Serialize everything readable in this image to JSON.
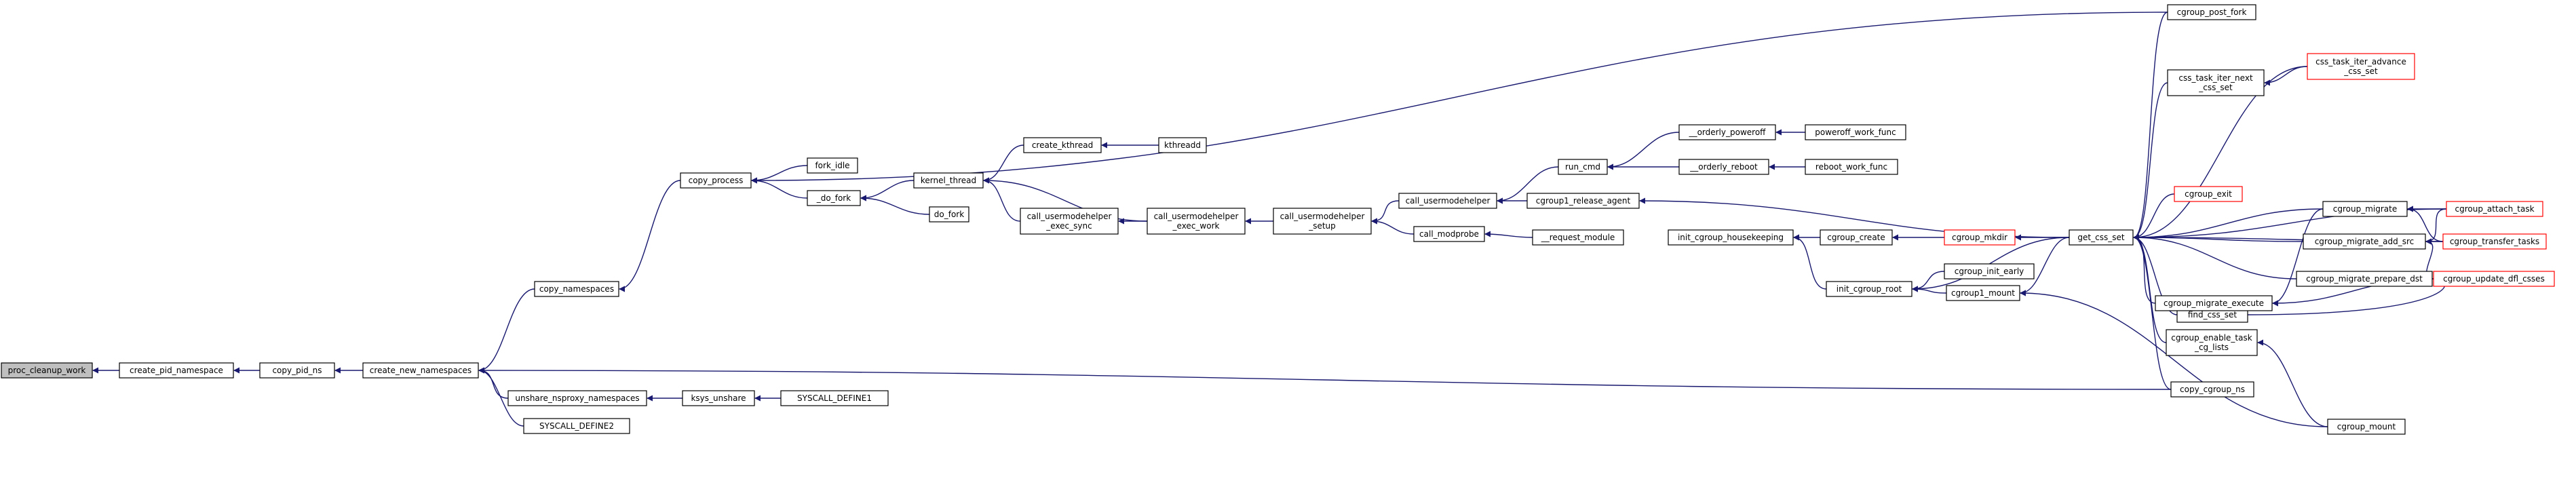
{
  "colors": {
    "edge": "#191970",
    "root_fill": "#bfbfbf",
    "node_border": "#000000",
    "truncated_border": "#ff0000"
  },
  "nodes": [
    {
      "id": "proc_cleanup_work",
      "lines": [
        "proc_cleanup_work"
      ],
      "root": true
    },
    {
      "id": "create_pid_namespace",
      "lines": [
        "create_pid_namespace"
      ]
    },
    {
      "id": "copy_pid_ns",
      "lines": [
        "copy_pid_ns"
      ]
    },
    {
      "id": "create_new_namespaces",
      "lines": [
        "create_new_namespaces"
      ]
    },
    {
      "id": "copy_namespaces",
      "lines": [
        "copy_namespaces"
      ]
    },
    {
      "id": "unshare_nsproxy_namespaces",
      "lines": [
        "unshare_nsproxy_namespaces"
      ]
    },
    {
      "id": "SYSCALL_DEFINE2",
      "lines": [
        "SYSCALL_DEFINE2"
      ]
    },
    {
      "id": "ksys_unshare",
      "lines": [
        "ksys_unshare"
      ]
    },
    {
      "id": "SYSCALL_DEFINE1",
      "lines": [
        "SYSCALL_DEFINE1"
      ]
    },
    {
      "id": "copy_process",
      "lines": [
        "copy_process"
      ]
    },
    {
      "id": "fork_idle",
      "lines": [
        "fork_idle"
      ]
    },
    {
      "id": "_do_fork",
      "lines": [
        "_do_fork"
      ]
    },
    {
      "id": "kernel_thread",
      "lines": [
        "kernel_thread"
      ]
    },
    {
      "id": "do_fork",
      "lines": [
        "do_fork"
      ]
    },
    {
      "id": "create_kthread",
      "lines": [
        "create_kthread"
      ]
    },
    {
      "id": "kthreadd",
      "lines": [
        "kthreadd"
      ]
    },
    {
      "id": "call_usermodehelper_exec_sync",
      "lines": [
        "call_usermodehelper",
        "_exec_sync"
      ]
    },
    {
      "id": "call_usermodehelper_exec_work",
      "lines": [
        "call_usermodehelper",
        "_exec_work"
      ]
    },
    {
      "id": "call_usermodehelper_setup",
      "lines": [
        "call_usermodehelper",
        "_setup"
      ]
    },
    {
      "id": "call_usermodehelper",
      "lines": [
        "call_usermodehelper"
      ]
    },
    {
      "id": "call_modprobe",
      "lines": [
        "call_modprobe"
      ]
    },
    {
      "id": "run_cmd",
      "lines": [
        "run_cmd"
      ]
    },
    {
      "id": "cgroup1_release_agent",
      "lines": [
        "cgroup1_release_agent"
      ]
    },
    {
      "id": "__request_module",
      "lines": [
        "__request_module"
      ]
    },
    {
      "id": "__orderly_poweroff",
      "lines": [
        "__orderly_poweroff"
      ]
    },
    {
      "id": "__orderly_reboot",
      "lines": [
        "__orderly_reboot"
      ]
    },
    {
      "id": "poweroff_work_func",
      "lines": [
        "poweroff_work_func"
      ]
    },
    {
      "id": "reboot_work_func",
      "lines": [
        "reboot_work_func"
      ]
    },
    {
      "id": "init_cgroup_housekeeping",
      "lines": [
        "init_cgroup_housekeeping"
      ]
    },
    {
      "id": "cgroup_create",
      "lines": [
        "cgroup_create"
      ]
    },
    {
      "id": "cgroup_mkdir",
      "lines": [
        "cgroup_mkdir"
      ],
      "truncated": true
    },
    {
      "id": "init_cgroup_root",
      "lines": [
        "init_cgroup_root"
      ]
    },
    {
      "id": "cgroup_init_early",
      "lines": [
        "cgroup_init_early"
      ]
    },
    {
      "id": "cgroup1_mount",
      "lines": [
        "cgroup1_mount"
      ]
    },
    {
      "id": "get_css_set",
      "lines": [
        "get_css_set"
      ]
    },
    {
      "id": "cgroup_post_fork",
      "lines": [
        "cgroup_post_fork"
      ]
    },
    {
      "id": "css_task_iter_next_css_set",
      "lines": [
        "css_task_iter_next",
        "_css_set"
      ]
    },
    {
      "id": "css_task_iter_advance_css_set",
      "lines": [
        "css_task_iter_advance",
        "_css_set"
      ],
      "truncated": true
    },
    {
      "id": "cgroup_exit",
      "lines": [
        "cgroup_exit"
      ],
      "truncated": true
    },
    {
      "id": "cgroup_migrate",
      "lines": [
        "cgroup_migrate"
      ]
    },
    {
      "id": "cgroup_migrate_add_src",
      "lines": [
        "cgroup_migrate_add_src"
      ]
    },
    {
      "id": "cgroup_migrate_prepare_dst",
      "lines": [
        "cgroup_migrate_prepare_dst"
      ]
    },
    {
      "id": "find_css_set",
      "lines": [
        "find_css_set"
      ]
    },
    {
      "id": "cgroup_migrate_execute",
      "lines": [
        "cgroup_migrate_execute"
      ]
    },
    {
      "id": "cgroup_enable_task_cg_lists",
      "lines": [
        "cgroup_enable_task",
        "_cg_lists"
      ]
    },
    {
      "id": "copy_cgroup_ns",
      "lines": [
        "copy_cgroup_ns"
      ]
    },
    {
      "id": "cgroup_mount",
      "lines": [
        "cgroup_mount"
      ]
    },
    {
      "id": "cgroup_attach_task",
      "lines": [
        "cgroup_attach_task"
      ],
      "truncated": true
    },
    {
      "id": "cgroup_transfer_tasks",
      "lines": [
        "cgroup_transfer_tasks"
      ],
      "truncated": true
    },
    {
      "id": "cgroup_update_dfl_csses",
      "lines": [
        "cgroup_update_dfl_csses"
      ],
      "truncated": true
    }
  ],
  "edges": [
    {
      "from": "create_pid_namespace",
      "to": "proc_cleanup_work"
    },
    {
      "from": "copy_pid_ns",
      "to": "create_pid_namespace"
    },
    {
      "from": "create_new_namespaces",
      "to": "copy_pid_ns"
    },
    {
      "from": "copy_namespaces",
      "to": "create_new_namespaces"
    },
    {
      "from": "unshare_nsproxy_namespaces",
      "to": "create_new_namespaces"
    },
    {
      "from": "SYSCALL_DEFINE2",
      "to": "create_new_namespaces"
    },
    {
      "from": "copy_cgroup_ns",
      "to": "create_new_namespaces"
    },
    {
      "from": "ksys_unshare",
      "to": "unshare_nsproxy_namespaces"
    },
    {
      "from": "SYSCALL_DEFINE1",
      "to": "ksys_unshare"
    },
    {
      "from": "copy_process",
      "to": "copy_namespaces"
    },
    {
      "from": "fork_idle",
      "to": "copy_process"
    },
    {
      "from": "_do_fork",
      "to": "copy_process"
    },
    {
      "from": "cgroup_post_fork",
      "to": "copy_process"
    },
    {
      "from": "kernel_thread",
      "to": "_do_fork"
    },
    {
      "from": "do_fork",
      "to": "_do_fork"
    },
    {
      "from": "create_kthread",
      "to": "kernel_thread"
    },
    {
      "from": "call_usermodehelper_exec_sync",
      "to": "kernel_thread"
    },
    {
      "from": "call_usermodehelper_exec_work",
      "to": "kernel_thread"
    },
    {
      "from": "kthreadd",
      "to": "create_kthread"
    },
    {
      "from": "call_usermodehelper_exec_work",
      "to": "call_usermodehelper_exec_sync"
    },
    {
      "from": "call_usermodehelper_setup",
      "to": "call_usermodehelper_exec_work"
    },
    {
      "from": "call_usermodehelper",
      "to": "call_usermodehelper_setup"
    },
    {
      "from": "call_modprobe",
      "to": "call_usermodehelper_setup"
    },
    {
      "from": "run_cmd",
      "to": "call_usermodehelper"
    },
    {
      "from": "cgroup1_release_agent",
      "to": "call_usermodehelper"
    },
    {
      "from": "__request_module",
      "to": "call_modprobe"
    },
    {
      "from": "__orderly_poweroff",
      "to": "run_cmd"
    },
    {
      "from": "__orderly_reboot",
      "to": "run_cmd"
    },
    {
      "from": "poweroff_work_func",
      "to": "__orderly_poweroff"
    },
    {
      "from": "reboot_work_func",
      "to": "__orderly_reboot"
    },
    {
      "from": "get_css_set",
      "to": "cgroup1_release_agent"
    },
    {
      "from": "cgroup_create",
      "to": "init_cgroup_housekeeping"
    },
    {
      "from": "init_cgroup_root",
      "to": "init_cgroup_housekeeping"
    },
    {
      "from": "cgroup_mkdir",
      "to": "cgroup_create"
    },
    {
      "from": "get_css_set",
      "to": "cgroup_mkdir"
    },
    {
      "from": "cgroup_init_early",
      "to": "init_cgroup_root"
    },
    {
      "from": "cgroup1_mount",
      "to": "init_cgroup_root"
    },
    {
      "from": "get_css_set",
      "to": "init_cgroup_root"
    },
    {
      "from": "get_css_set",
      "to": "cgroup1_mount"
    },
    {
      "from": "cgroup_mount",
      "to": "cgroup1_mount"
    },
    {
      "from": "cgroup_post_fork",
      "to": "get_css_set"
    },
    {
      "from": "css_task_iter_next_css_set",
      "to": "get_css_set"
    },
    {
      "from": "css_task_iter_advance_css_set",
      "to": "get_css_set"
    },
    {
      "from": "cgroup_exit",
      "to": "get_css_set"
    },
    {
      "from": "cgroup_migrate",
      "to": "get_css_set"
    },
    {
      "from": "cgroup_migrate_add_src",
      "to": "get_css_set"
    },
    {
      "from": "cgroup_migrate_prepare_dst",
      "to": "get_css_set"
    },
    {
      "from": "find_css_set",
      "to": "get_css_set"
    },
    {
      "from": "cgroup_migrate_execute",
      "to": "get_css_set"
    },
    {
      "from": "cgroup_enable_task_cg_lists",
      "to": "get_css_set"
    },
    {
      "from": "copy_cgroup_ns",
      "to": "get_css_set"
    },
    {
      "from": "cgroup_attach_task",
      "to": "get_css_set"
    },
    {
      "from": "cgroup_transfer_tasks",
      "to": "get_css_set"
    },
    {
      "from": "css_task_iter_advance_css_set",
      "to": "css_task_iter_next_css_set"
    },
    {
      "from": "cgroup_attach_task",
      "to": "cgroup_migrate"
    },
    {
      "from": "cgroup_transfer_tasks",
      "to": "cgroup_migrate"
    },
    {
      "from": "cgroup_attach_task",
      "to": "cgroup_migrate_add_src"
    },
    {
      "from": "cgroup_transfer_tasks",
      "to": "cgroup_migrate_add_src"
    },
    {
      "from": "cgroup_update_dfl_csses",
      "to": "cgroup_migrate_add_src"
    },
    {
      "from": "cgroup_update_dfl_csses",
      "to": "cgroup_migrate_prepare_dst"
    },
    {
      "from": "find_css_set",
      "to": "cgroup_migrate_prepare_dst"
    },
    {
      "from": "cgroup_migrate",
      "to": "cgroup_migrate_execute"
    },
    {
      "from": "cgroup_update_dfl_csses",
      "to": "cgroup_migrate_execute"
    },
    {
      "from": "cgroup_mount",
      "to": "cgroup_enable_task_cg_lists"
    }
  ]
}
